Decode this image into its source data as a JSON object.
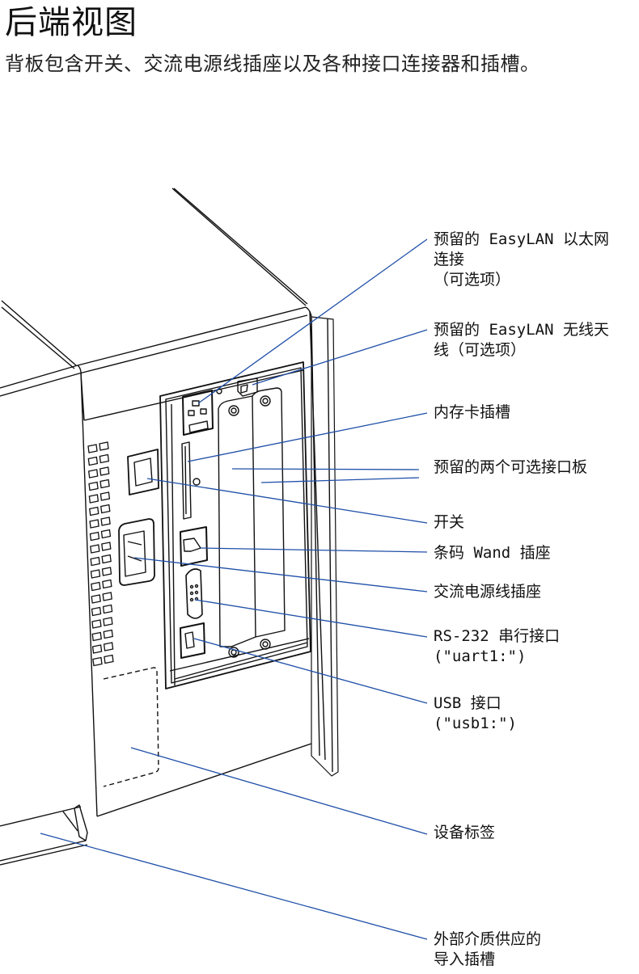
{
  "header": {
    "title": "后端视图",
    "subtitle": "背板包含开关、交流电源线插座以及各种接口连接器和插槽。"
  },
  "colors": {
    "leader_line": "#1f4fa8",
    "outline": "#111111"
  },
  "callouts": [
    {
      "id": "ethernet",
      "lines": [
        "预留的 EasyLAN 以太网",
        "连接",
        "（可选项）"
      ]
    },
    {
      "id": "wireless-antenna",
      "lines": [
        "预留的 EasyLAN 无线天",
        "线（可选项）"
      ]
    },
    {
      "id": "memory-card-slot",
      "lines": [
        "内存卡插槽"
      ]
    },
    {
      "id": "interface-boards",
      "lines": [
        "预留的两个可选接口板"
      ]
    },
    {
      "id": "power-switch",
      "lines": [
        "开关"
      ]
    },
    {
      "id": "barcode-wand",
      "lines": [
        "条码 Wand 插座"
      ]
    },
    {
      "id": "ac-power-socket",
      "lines": [
        "交流电源线插座"
      ]
    },
    {
      "id": "rs232",
      "lines": [
        "RS-232 串行接口",
        "(\"uart1:\")"
      ]
    },
    {
      "id": "usb",
      "lines": [
        "USB 接口",
        "(\"usb1:\")"
      ]
    },
    {
      "id": "device-label",
      "lines": [
        "设备标签"
      ]
    },
    {
      "id": "media-slot",
      "lines": [
        "外部介质供应的",
        "导入插槽"
      ]
    }
  ]
}
